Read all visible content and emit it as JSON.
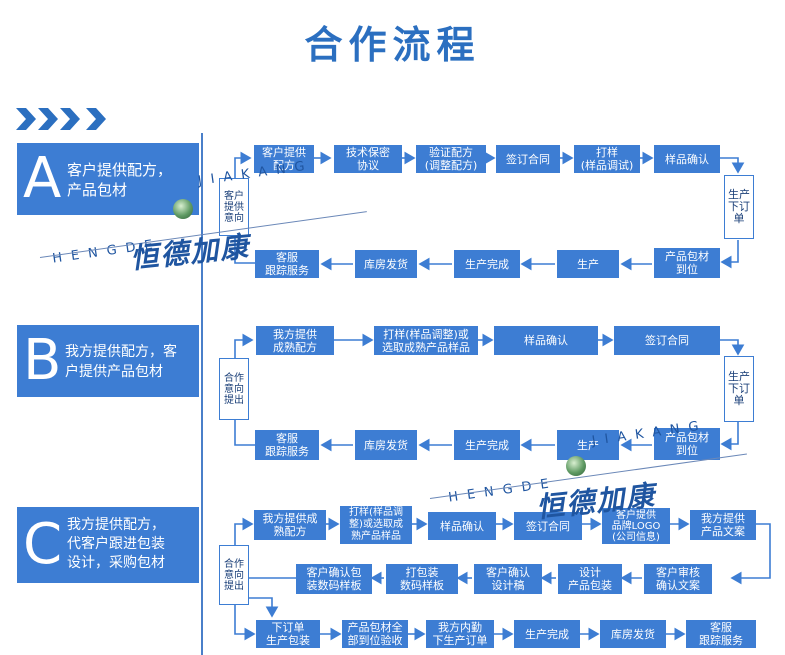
{
  "title": "合作流程",
  "watermark": {
    "en_left": "HENGDE",
    "en_right": "JIAKANG",
    "cn": "恒德加康"
  },
  "sections": {
    "a": {
      "letter": "A",
      "line1": "客户提供配方，",
      "line2": "产品包材",
      "intent": "客户提供意向",
      "row1": [
        "客户提供\n配方",
        "技术保密\n协议",
        "验证配方\n(调整配方)",
        "签订合同",
        "打样\n(样品调试)",
        "样品确认"
      ],
      "order": "生产下订单",
      "row2": [
        "客服\n跟踪服务",
        "库房发货",
        "生产完成",
        "生产",
        "产品包材\n到位"
      ]
    },
    "b": {
      "letter": "B",
      "line1": "我方提供配方，客",
      "line2": "户提供产品包材",
      "intent": "合作意向提出",
      "row1": [
        "我方提供\n成熟配方",
        "打样(样品调整)或\n选取成熟产品样品",
        "样品确认",
        "签订合同"
      ],
      "order": "生产下订单",
      "row2": [
        "客服\n跟踪服务",
        "库房发货",
        "生产完成",
        "生产",
        "产品包材\n到位"
      ]
    },
    "c": {
      "letter": "C",
      "line1": "我方提供配方，",
      "line2": "代客户跟进包装",
      "line3": "设计，采购包材",
      "intent": "合作意向提出",
      "row1": [
        "我方提供成\n熟配方",
        "打样(样品调\n整)或选取成\n熟产品样品",
        "样品确认",
        "签订合同",
        "客户提供\n品牌LOGO\n(公司信息)",
        "我方提供\n产品文案"
      ],
      "row2": [
        "客户确认包\n装数码样板",
        "打包装\n数码样板",
        "客户确认\n设计稿",
        "设计\n产品包装",
        "客户审核\n确认文案"
      ],
      "row3": [
        "下订单\n生产包装",
        "产品包材全\n部到位验收",
        "我方内勤\n下生产订单",
        "生产完成",
        "库房发货",
        "客服\n跟踪服务"
      ]
    }
  }
}
